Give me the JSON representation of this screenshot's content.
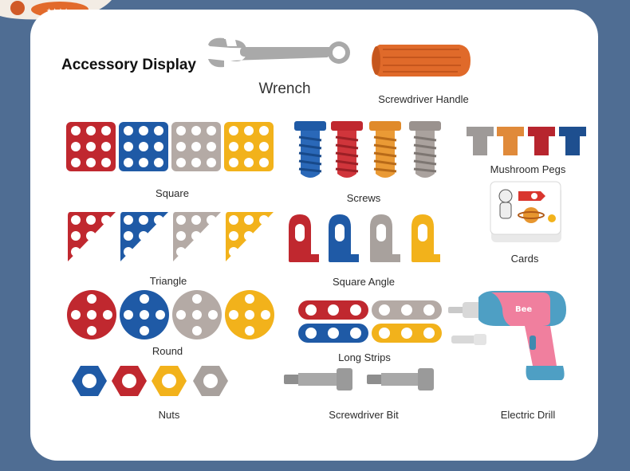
{
  "heading": "Accessory Display",
  "labels": {
    "wrench": "Wrench",
    "screwdriver_handle": "Screwdriver Handle",
    "square": "Square",
    "screws": "Screws",
    "mushroom_pegs": "Mushroom Pegs",
    "triangle": "Triangle",
    "square_angle": "Square Angle",
    "cards": "Cards",
    "round": "Round",
    "long_strips": "Long Strips",
    "nuts": "Nuts",
    "screwdriver_bit": "Screwdriver Bit",
    "electric_drill": "Electric Drill"
  },
  "colors": {
    "background": "#4f6d93",
    "red": "#c0282f",
    "blue": "#1f5aa6",
    "grey": "#b4aaa5",
    "yellow": "#f2b21b",
    "orange": "#e06a2a",
    "drill_pink": "#f07f9e",
    "drill_blue": "#4e9fc4"
  }
}
